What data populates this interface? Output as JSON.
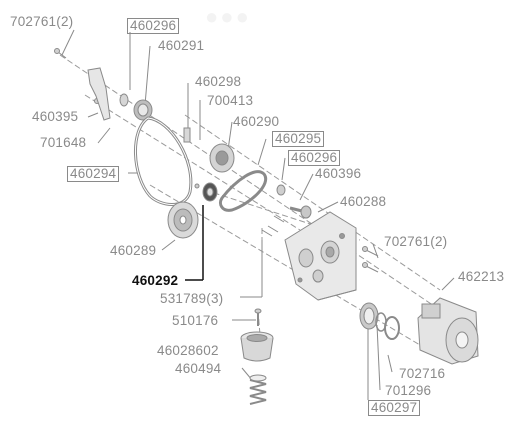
{
  "colors": {
    "line": "#8a8a8a",
    "label": "#8a8a8a",
    "highlight": "#111111",
    "part_fill": "#e6e6e6",
    "part_dark": "#9a9a9a",
    "background": "#ffffff"
  },
  "labels": {
    "p702761_top": "702761(2)",
    "p460296_top": "460296",
    "p460291": "460291",
    "p460298": "460298",
    "p700413": "700413",
    "p460395": "460395",
    "p460290": "460290",
    "p701648": "701648",
    "p460295": "460295",
    "p460296_mid": "460296",
    "p460294": "460294",
    "p460396": "460396",
    "p460288": "460288",
    "p702761_right": "702761(2)",
    "p462213": "462213",
    "p460289": "460289",
    "p460292": "460292",
    "p531789": "531789(3)",
    "p510176": "510176",
    "p46028602": "46028602",
    "p702716": "702716",
    "p460494": "460494",
    "p701296": "701296",
    "p460297": "460297"
  }
}
